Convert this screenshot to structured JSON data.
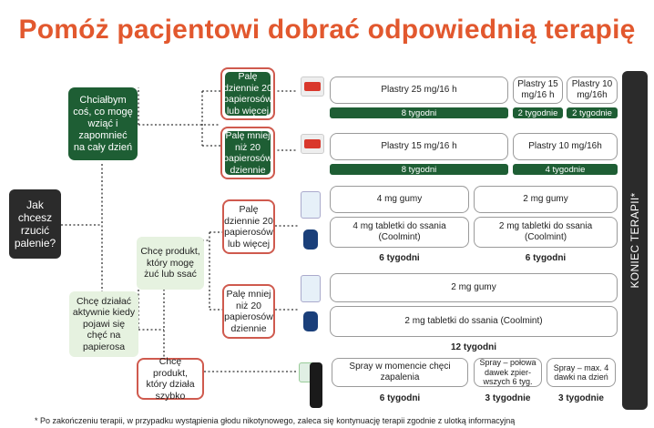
{
  "title": "Pomóż pacjentowi dobrać odpowiednią terapię",
  "start_box": "Jak chcesz rzucić palenie?",
  "choice_all_day": "Chciałbym coś, co mogę wziąć i zapomnieć na cały dzień",
  "choice_active": "Chcę działać aktywnie kiedy pojawi się chęć na papierosa",
  "choice_chew": "Chcę produkt, który mogę żuć lub ssać",
  "choice_fast": "Chcę produkt, który działa szybko",
  "patch_heavy": "Palę dziennie 20 papierosów lub więcej",
  "patch_light": "Palę mniej niż 20 papierosów dziennie",
  "gum_heavy": "Palę dziennie 20 papierosów lub więcej",
  "gum_light": "Palę mniej niż 20 papierosów dziennie",
  "row1": {
    "a": "Plastry 25 mg/16 h",
    "b": "Plastry 15 mg/16 h",
    "c": "Plastry 10 mg/16h",
    "wa": "8 tygodni",
    "wb": "2 tygodnie",
    "wc": "2 tygodnie"
  },
  "row2": {
    "a": "Plastry 15 mg/16 h",
    "b": "Plastry 10 mg/16h",
    "wa": "8 tygodni",
    "wb": "4 tygodnie"
  },
  "row3": {
    "gum_a": "4 mg gumy",
    "gum_b": "2 mg gumy",
    "tab_a": "4 mg tabletki do ssania (Coolmint)",
    "tab_b": "2 mg tabletki do ssania (Coolmint)",
    "wa": "6 tygodni",
    "wb": "6 tygodni"
  },
  "row4": {
    "gum": "2 mg gumy",
    "tab": "2 mg tabletki do ssania (Coolmint)",
    "w": "12 tygodni"
  },
  "row5": {
    "a": "Spray w momencie chęci zapalenia",
    "b": "Spray – połowa dawek zpier-wszych 6 tyg.",
    "c": "Spray – max. 4 dawki na dzień",
    "wa": "6 tygodni",
    "wb": "3 tygodnie",
    "wc": "3 tygodnie"
  },
  "end_label": "KONIEC TERAPII*",
  "footnote": "* Po zakończeniu terapii, w przypadku wystąpienia głodu nikotynowego, zaleca się kontynuację terapii zgodnie z ulotką informacyjną",
  "colors": {
    "title": "#e2582e",
    "dark_green": "#1e5e34",
    "light_green": "#e6f2e0",
    "red_border": "#cf5a4e",
    "dark": "#2b2b2b"
  }
}
